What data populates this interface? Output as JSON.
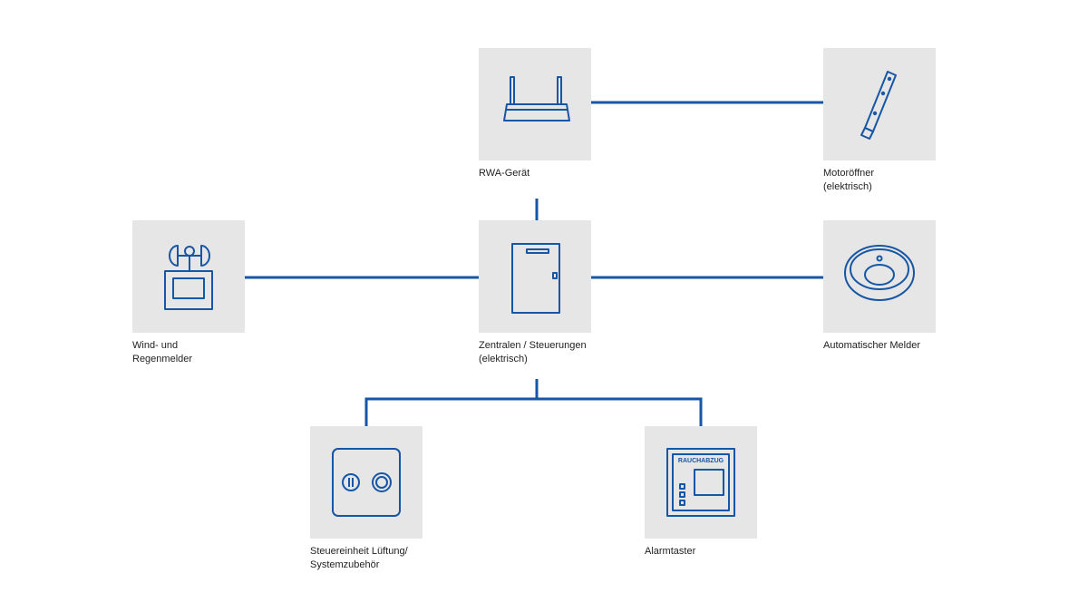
{
  "colors": {
    "connector": "#1656a5",
    "icon": "#1656a5",
    "tile": "#e6e6e6",
    "text": "#222222"
  },
  "nodes": {
    "rwa": {
      "icon": "router-icon",
      "label": [
        "RWA-Gerät"
      ]
    },
    "motor": {
      "icon": "actuator-icon",
      "label": [
        "Motoröffner",
        "(elektrisch)"
      ]
    },
    "wind": {
      "icon": "weather-station-icon",
      "label": [
        "Wind- und",
        "Regenmelder"
      ]
    },
    "central": {
      "icon": "control-cabinet-icon",
      "label": [
        "Zentralen / Steuerungen",
        "(elektrisch)"
      ]
    },
    "detector": {
      "icon": "smoke-detector-icon",
      "label": [
        "Automatischer Melder"
      ]
    },
    "vent": {
      "icon": "switch-panel-icon",
      "label": [
        "Steuereinheit Lüftung/",
        "Systemzubehör"
      ]
    },
    "alarm": {
      "icon": "alarm-button-icon",
      "label": [
        "Alarmtaster"
      ],
      "panel_text": "RAUCHABZUG"
    }
  }
}
